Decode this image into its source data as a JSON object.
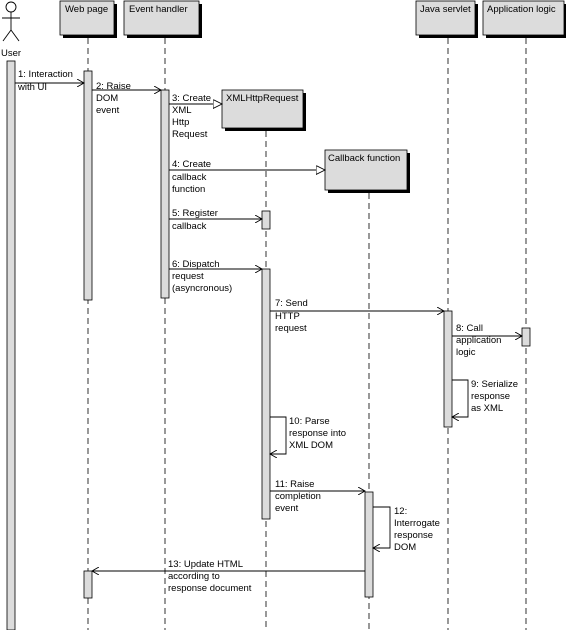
{
  "participants": [
    {
      "id": "user",
      "label": "User"
    },
    {
      "id": "webpage",
      "label": "Web page"
    },
    {
      "id": "eventhandler",
      "label": "Event handler"
    },
    {
      "id": "xhr",
      "label": "XMLHttpRequest"
    },
    {
      "id": "callback",
      "label": "Callback function"
    },
    {
      "id": "servlet",
      "label": "Java servlet"
    },
    {
      "id": "applogic",
      "label": "Application logic"
    }
  ],
  "messages": [
    {
      "id": "m1",
      "lines": [
        "1: Interaction",
        "with UI"
      ]
    },
    {
      "id": "m2",
      "lines": [
        "2: Raise",
        "DOM",
        "event"
      ]
    },
    {
      "id": "m3",
      "lines": [
        "3: Create",
        "XML",
        "Http",
        "Request"
      ]
    },
    {
      "id": "m4",
      "lines": [
        "4: Create",
        "callback",
        "function"
      ]
    },
    {
      "id": "m5",
      "lines": [
        "5: Register",
        "callback"
      ]
    },
    {
      "id": "m6",
      "lines": [
        "6: Dispatch",
        "request",
        "(asyncronous)"
      ]
    },
    {
      "id": "m7",
      "lines": [
        "7: Send",
        "HTTP",
        "request"
      ]
    },
    {
      "id": "m8",
      "lines": [
        "8: Call",
        "application",
        "logic"
      ]
    },
    {
      "id": "m9",
      "lines": [
        "9: Serialize",
        "response",
        "as XML"
      ]
    },
    {
      "id": "m10",
      "lines": [
        "10: Parse",
        "response into",
        "XML DOM"
      ]
    },
    {
      "id": "m11",
      "lines": [
        "11: Raise",
        "completion",
        "event"
      ]
    },
    {
      "id": "m12",
      "lines": [
        "12:",
        "Interrogate",
        "response",
        "DOM"
      ]
    },
    {
      "id": "m13",
      "lines": [
        "13: Update HTML",
        "according to",
        "response document"
      ]
    }
  ]
}
